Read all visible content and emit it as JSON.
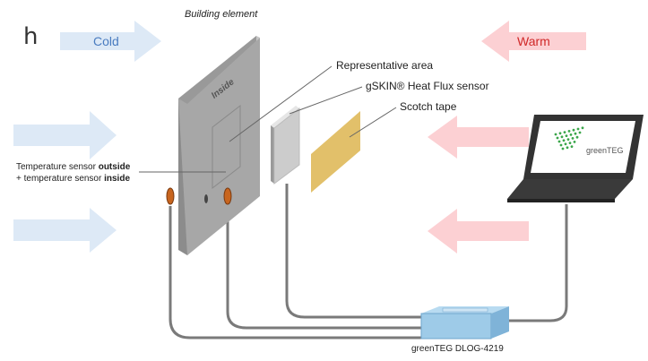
{
  "colors": {
    "cold": "#dde9f6",
    "cold_text": "#4a7cc0",
    "warm": "#fcd0d3",
    "warm_text": "#d02828",
    "wall_face": "#a7a7a7",
    "wall_side": "#8c8c8c",
    "sensor": "#cccccc",
    "tape": "#e2c06a",
    "logger": "#9ecbe8",
    "cable": "#7a7a7a",
    "probe": "#c8651e",
    "screen_green": "#3aa64a"
  },
  "left_fragment": "h",
  "cold_label": "Cold",
  "warm_label": "Warm",
  "building_element": "Building element",
  "inside_label": "Inside",
  "representative_area": "Representative area",
  "gskin_sensor": "gSKIN® Heat Flux sensor",
  "scotch_tape": "Scotch tape",
  "temp_sensor": {
    "line1_prefix": "Temperature sensor ",
    "line1_bold": "outside",
    "line2_prefix": "+ temperature sensor ",
    "line2_bold": "inside"
  },
  "logger_label": "greenTEG DLOG-4219",
  "laptop_brand": "greenTEG",
  "icons": [
    "arrow-right-icon",
    "arrow-left-icon",
    "laptop-icon",
    "temperature-probe-icon"
  ]
}
